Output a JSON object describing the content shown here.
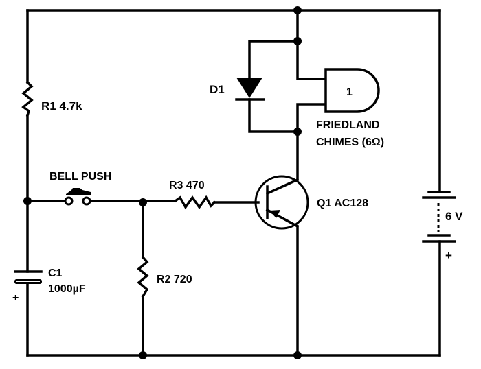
{
  "diagram": {
    "type": "circuit-schematic",
    "title": "Door chime circuit",
    "components": {
      "r1": {
        "ref": "R1",
        "value": "4.7k",
        "label": "R1 4.7k"
      },
      "r2": {
        "ref": "R2",
        "value": "720",
        "label": "R2 720"
      },
      "r3": {
        "ref": "R3",
        "value": "470",
        "label": "R3 470"
      },
      "c1": {
        "ref": "C1",
        "value": "1000µF",
        "label_ref": "C1",
        "label_value": "1000µF",
        "polarity": "+"
      },
      "d1": {
        "ref": "D1",
        "label": "D1"
      },
      "q1": {
        "ref": "Q1",
        "part": "AC128",
        "label": "Q1 AC128",
        "type": "PNP"
      },
      "chime": {
        "number": "1",
        "label_line1": "FRIEDLAND",
        "label_line2": "CHIMES  (6Ω)"
      },
      "switch": {
        "label": "BELL PUSH"
      },
      "battery": {
        "value": "6 V",
        "label": "6 V",
        "polarity": "+"
      }
    },
    "colors": {
      "ink": "#000000",
      "background": "#ffffff"
    }
  }
}
